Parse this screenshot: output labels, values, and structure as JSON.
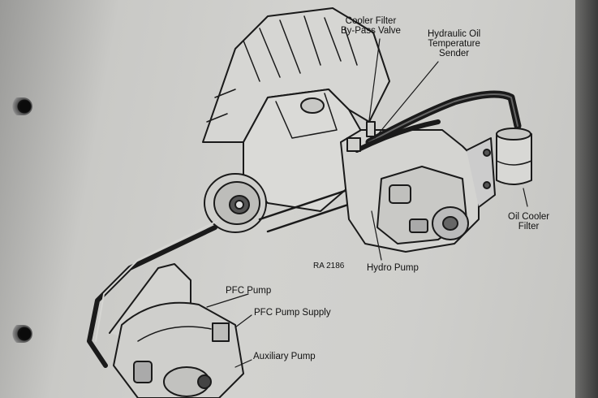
{
  "figure_code": "RA 2186",
  "labels": {
    "cooler_filter_bypass": [
      "Cooler Filter",
      "By-Pass Valve"
    ],
    "hydraulic_temp_sender": [
      "Hydraulic Oil",
      "Temperature",
      "Sender"
    ],
    "oil_cooler_filter": [
      "Oil Cooler",
      "Filter"
    ],
    "hydro_pump": "Hydro Pump",
    "pfc_pump": "PFC Pump",
    "pfc_pump_supply": "PFC Pump Supply",
    "auxiliary_pump": "Auxiliary Pump"
  },
  "colors": {
    "ink": "#1a1a1a",
    "paper": "#d0d0cd",
    "binder_edge": "#3a3a3a"
  },
  "icons": [
    "binder-ring-icon",
    "binder-ring-icon"
  ]
}
